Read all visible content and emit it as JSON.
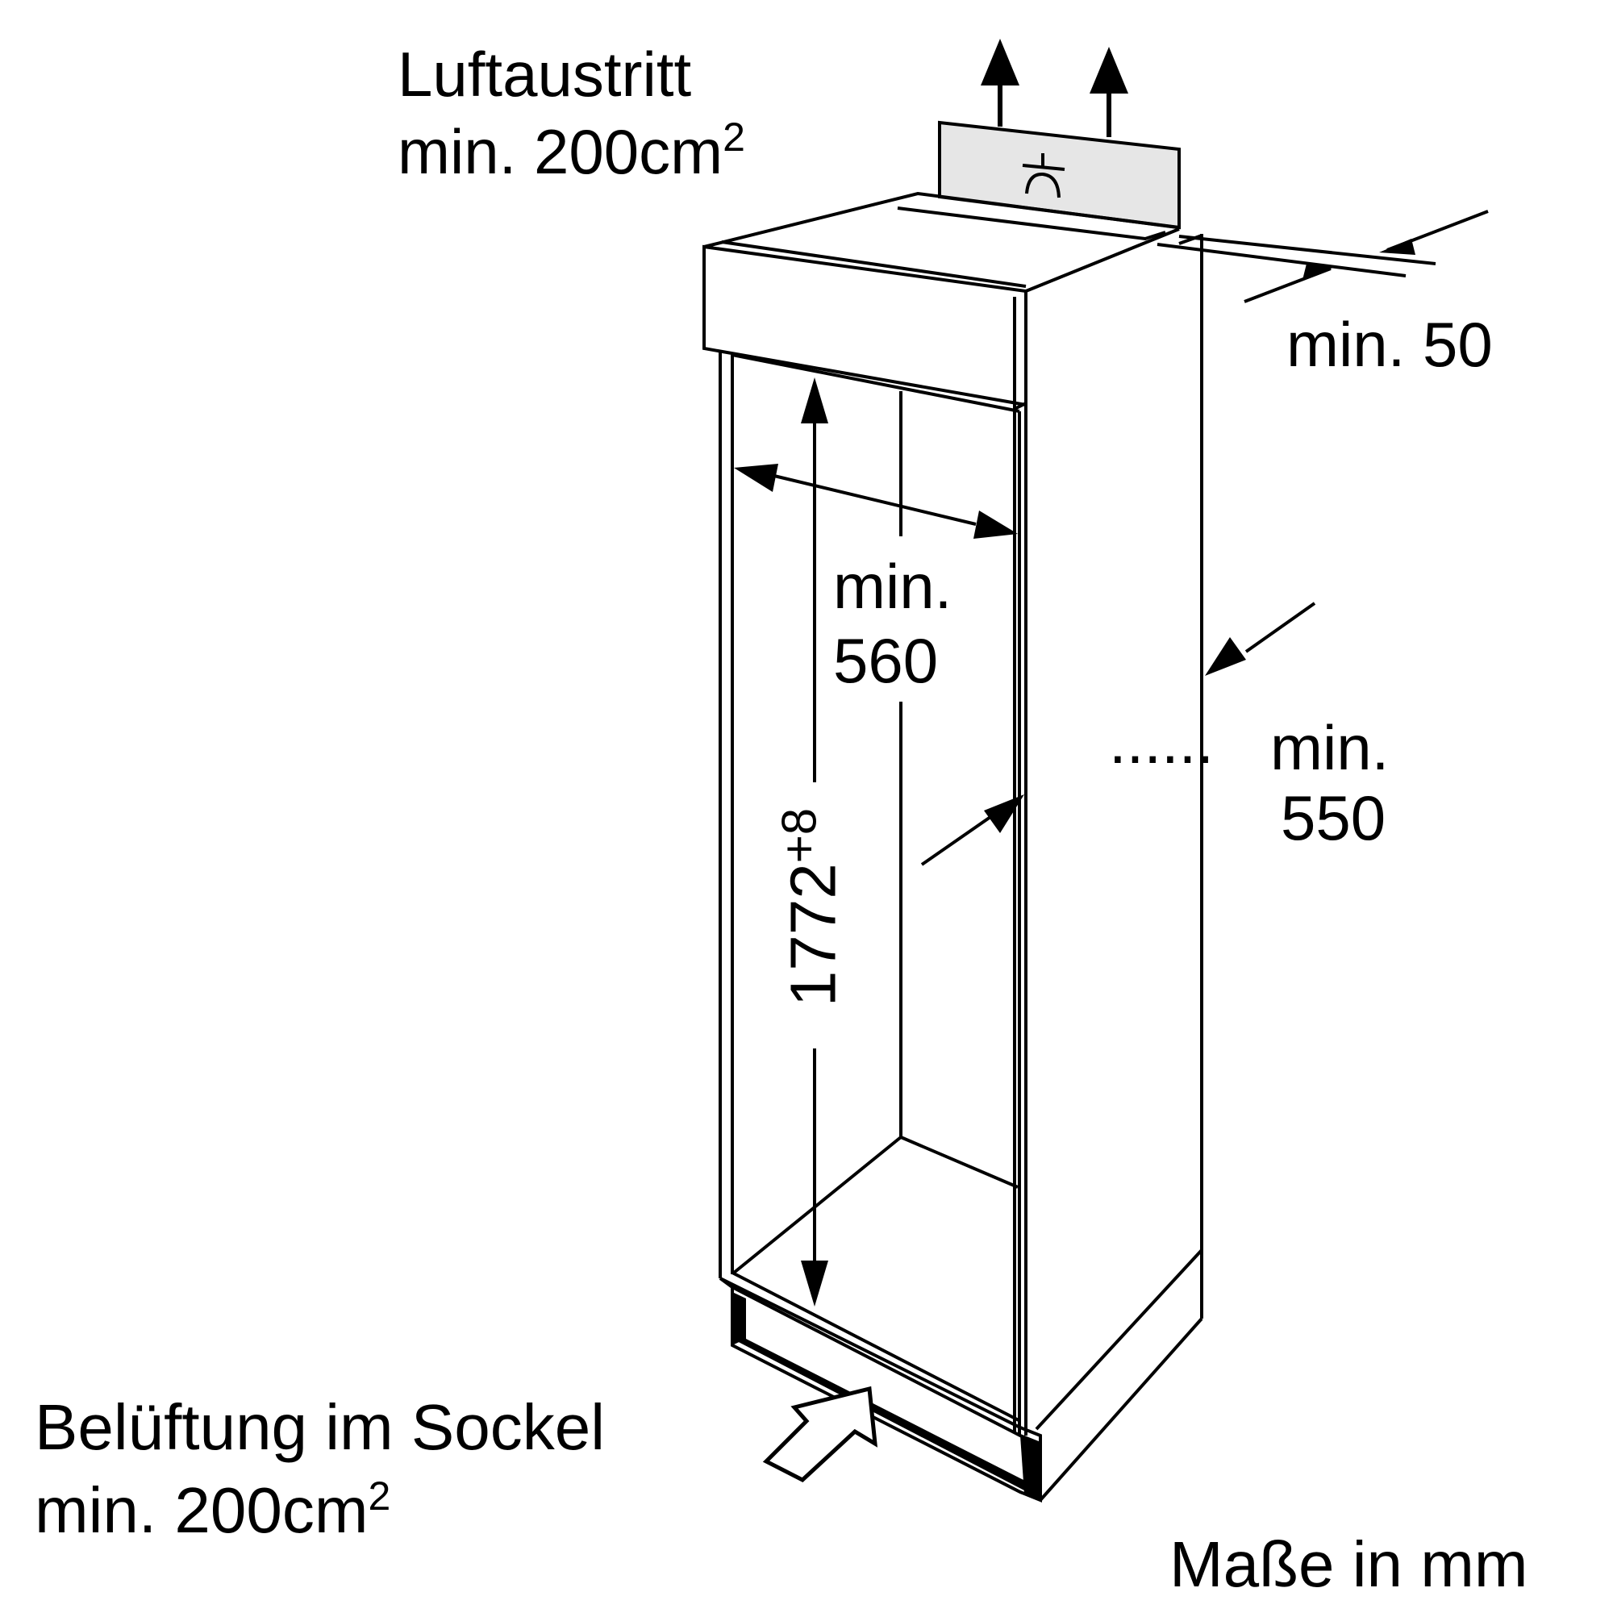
{
  "labels": {
    "air_outlet_line1": "Luftaustritt",
    "air_outlet_line2": "min. 200cm",
    "air_outlet_sup": "2",
    "gap_top": "min. 50",
    "width_line1": "min.",
    "width_line2": "560",
    "depth_dots": "......",
    "depth_line1": "min.",
    "depth_line2": "550",
    "height_value": "1772",
    "height_tolerance": "+8",
    "base_vent_line1": "Belüftung im Sockel",
    "base_vent_line2": "min. 200cm",
    "base_vent_sup": "2",
    "units": "Maße in mm"
  },
  "colors": {
    "line": "#000000",
    "vent_fill": "#e6e6e6",
    "background": "#ffffff"
  },
  "icons": {
    "vent_symbol": "fan-vent-icon"
  }
}
